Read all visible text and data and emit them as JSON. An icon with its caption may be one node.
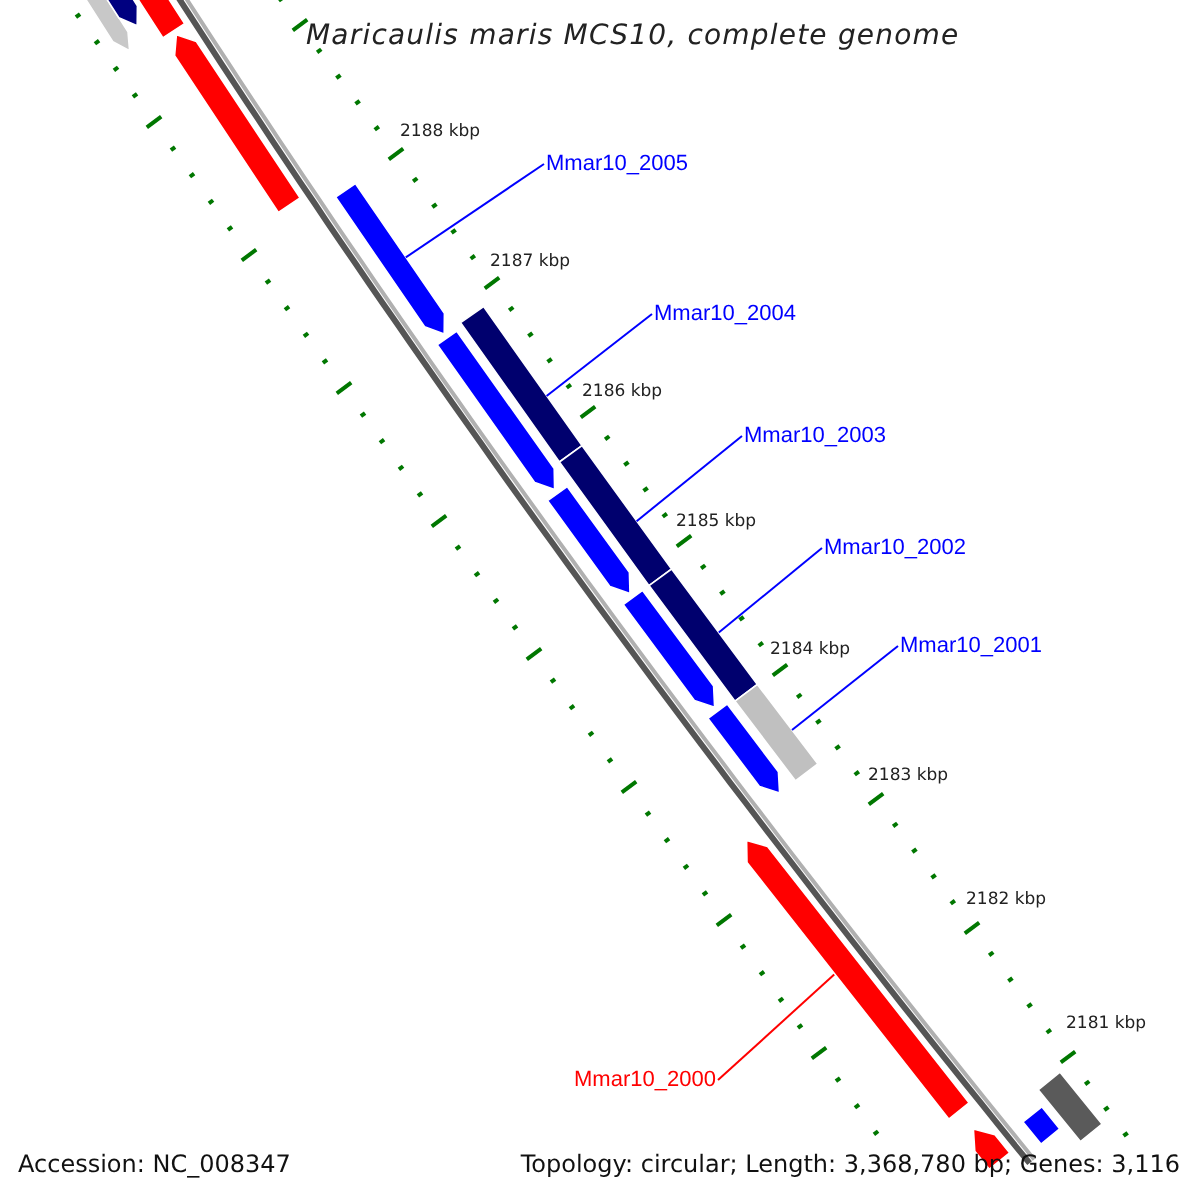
{
  "diagram": {
    "title": "Maricaulis maris MCS10, complete genome",
    "nodes": [
      {
        "text": [
          "Mmar10_2005"
        ]
      },
      {
        "text": [
          "Mmar10_2004"
        ]
      },
      {
        "text": [
          "Mmar10_2003"
        ]
      },
      {
        "text": [
          "Mmar10_2002"
        ]
      },
      {
        "text": [
          "Mmar10_2001"
        ]
      },
      {
        "text": [
          "Mmar10_2000"
        ]
      },
      {
        "text": [],
        "shape": "pentagon"
      },
      {
        "text": [],
        "shape": "pentagon"
      },
      {
        "text": [],
        "shape": "pentagon"
      },
      {
        "text": [],
        "shape": "pentagon"
      },
      {
        "text": [],
        "shape": "pentagon"
      },
      {
        "text": [],
        "shape": "bar"
      },
      {
        "text": [],
        "shape": "pentagon"
      },
      {
        "text": [],
        "shape": "bar"
      },
      {
        "text": [],
        "shape": "pentagon"
      },
      {
        "text": [],
        "shape": "pentagon"
      },
      {
        "text": [],
        "shape": "bar"
      },
      {
        "text": [],
        "shape": "pentagon"
      },
      {
        "text": [],
        "shape": "bar"
      },
      {
        "text": [],
        "shape": "pentagon"
      },
      {
        "text": [],
        "shape": "pentagon"
      },
      {
        "text": [],
        "shape": "bar"
      },
      {
        "text": [],
        "shape": "bar"
      }
    ],
    "edges": [
      {
        "from": 0,
        "to": 10,
        "arrow": "none"
      },
      {
        "from": 1,
        "to": 11,
        "arrow": "none"
      },
      {
        "from": 2,
        "to": 13,
        "arrow": "none"
      },
      {
        "from": 3,
        "to": 16,
        "arrow": "none"
      },
      {
        "from": 4,
        "to": 18,
        "arrow": "none"
      },
      {
        "from": 5,
        "to": 19,
        "arrow": "none",
        "color": "#ff0000"
      }
    ],
    "labels": [
      "2188 kbp",
      "2187 kbp",
      "2186 kbp",
      "2185 kbp",
      "2184 kbp",
      "2183 kbp",
      "2182 kbp",
      "2181 kbp",
      "Accession: NC_008347",
      "Topology: circular; Length: 3,368,780 bp; Genes: 3,116"
    ]
  }
}
